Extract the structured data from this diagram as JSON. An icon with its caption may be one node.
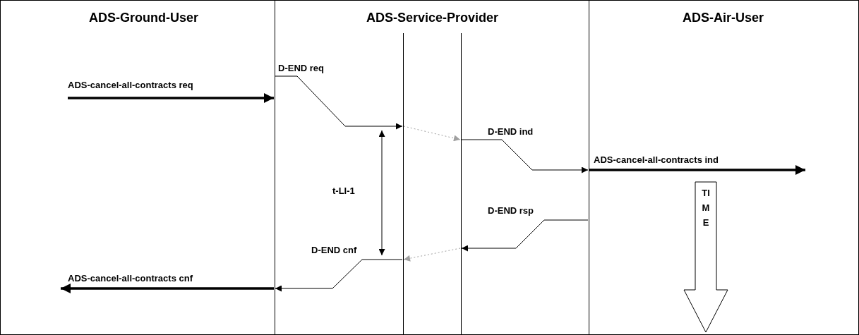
{
  "diagram": {
    "nodes": [
      {
        "text": [
          "ADS-Ground-User"
        ]
      },
      {
        "text": [
          "ADS-Service-Provider"
        ]
      },
      {
        "text": [
          "ADS-Air-User"
        ]
      },
      {
        "text": [],
        "shape": "bar",
        "in": 1
      },
      {
        "text": [],
        "shape": "bar",
        "in": 1
      }
    ],
    "edges": [
      {
        "from": null,
        "to": 0,
        "arrow": "to",
        "label": "ADS-cancel-all-contracts req",
        "style": "thick"
      },
      {
        "from": 0,
        "to": 3,
        "arrow": "to",
        "label": "D-END req"
      },
      {
        "from": 3,
        "to": 4,
        "arrow": "to",
        "style": "dashed",
        "color": "#a0a0a0"
      },
      {
        "from": 4,
        "to": 2,
        "arrow": "to",
        "label": "D-END ind"
      },
      {
        "from": 2,
        "to": null,
        "arrow": "to",
        "label": "ADS-cancel-all-contracts ind",
        "style": "thick"
      },
      {
        "from": 2,
        "to": 4,
        "arrow": "to",
        "label": "D-END rsp"
      },
      {
        "from": 4,
        "to": 3,
        "arrow": "to",
        "style": "dashed",
        "color": "#a0a0a0"
      },
      {
        "from": 3,
        "to": 0,
        "arrow": "to",
        "label": "D-END cnf"
      },
      {
        "from": 0,
        "to": null,
        "arrow": "to",
        "label": "ADS-cancel-all-contracts cnf",
        "style": "thick"
      }
    ],
    "labels": [
      "t-LI-1",
      "TIME"
    ]
  }
}
